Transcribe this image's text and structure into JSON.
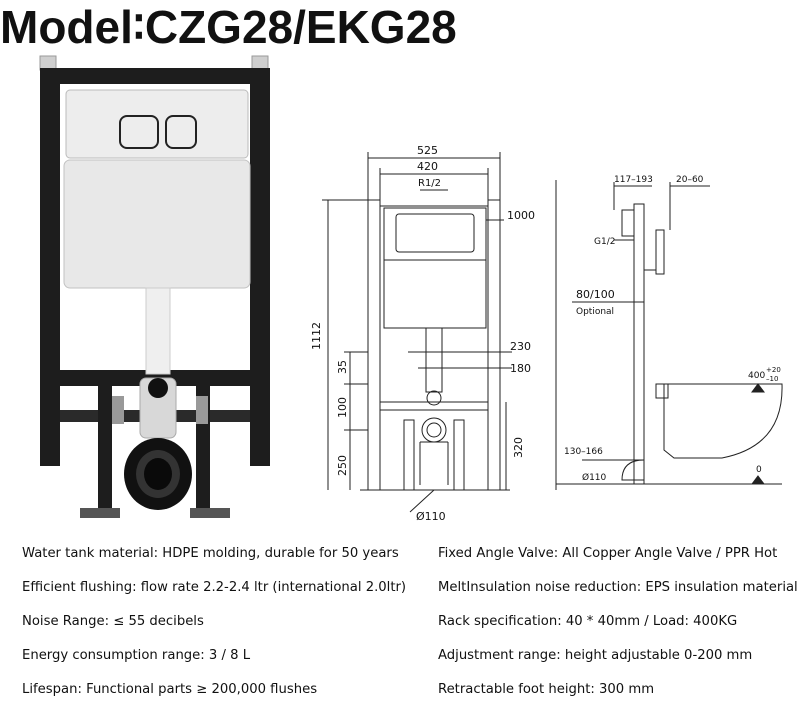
{
  "title": "Model∶CZG28/EKG28",
  "front_dims": {
    "width_outer": "525",
    "width_inner": "420",
    "inlet": "R1/2",
    "height_total": "1112",
    "top_level": "1000",
    "d230": "230",
    "d35": "35",
    "d180": "180",
    "d100": "100",
    "d320": "320",
    "d250": "250",
    "pipe_dia": "Ø110"
  },
  "side_dims": {
    "top_range": "117–193",
    "wall_range": "20–60",
    "inlet_thread": "G1/2",
    "depth": "80/100",
    "depth_note": "Optional",
    "height_main": "400",
    "height_plus": "+20",
    "height_minus": "–10",
    "pipe_range": "130–166",
    "pipe_dia": "Ø110",
    "floor": "0"
  },
  "specs_left": [
    "Water tank material: HDPE molding, durable for 50 years",
    "Efficient flushing: flow rate 2.2-2.4 ltr (international 2.0ltr)",
    "Noise Range: ≤ 55 decibels",
    "Energy consumption range: 3 / 8 L",
    "Lifespan: Functional parts ≥ 200,000 flushes"
  ],
  "specs_right": [
    "Fixed Angle Valve: All Copper Angle Valve / PPR Hot",
    "MeltInsulation noise reduction: EPS insulation material",
    "Rack specification: 40 * 40mm / Load: 400KG",
    "Adjustment range: height adjustable 0-200 mm",
    "Retractable foot height: 300 mm"
  ]
}
